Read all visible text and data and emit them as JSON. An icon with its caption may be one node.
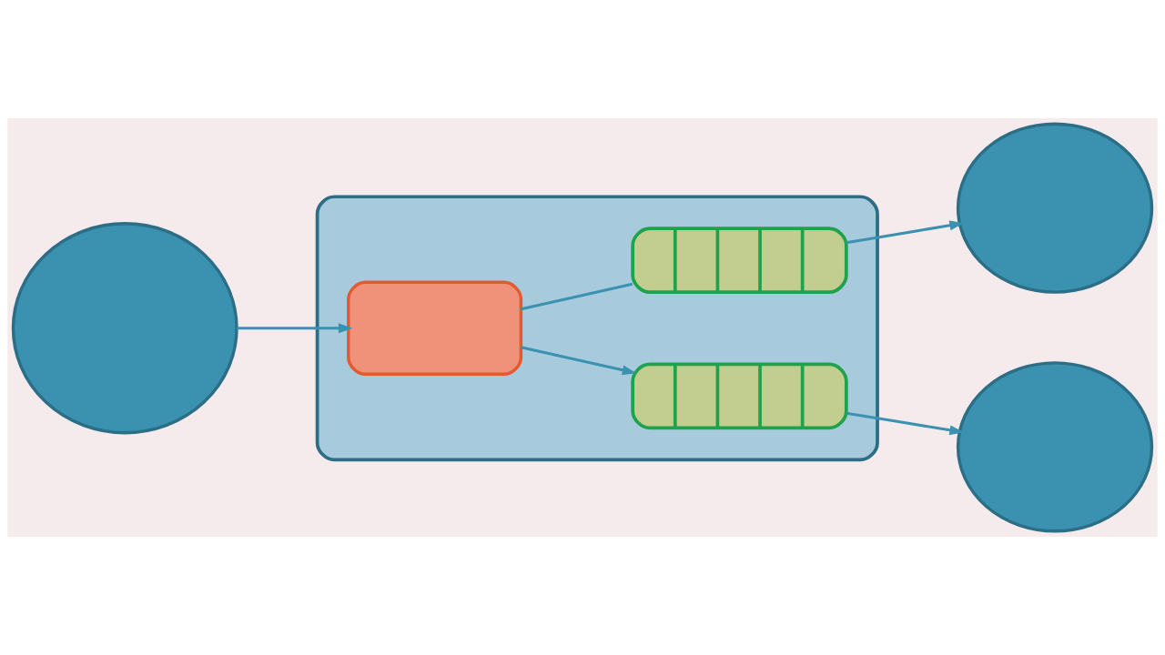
{
  "diagram": {
    "nodes": [
      {
        "text": [],
        "shape": "circle"
      },
      {
        "text": [],
        "shape": "box"
      },
      {
        "text": [],
        "shape": "box",
        "in": 1
      },
      {
        "text": [],
        "shape": "bar",
        "in": 1
      },
      {
        "text": [],
        "shape": "bar",
        "in": 1
      },
      {
        "text": [],
        "shape": "circle"
      },
      {
        "text": [],
        "shape": "circle"
      }
    ],
    "edges": [
      {
        "from": 0,
        "to": 2,
        "arrow": "to"
      },
      {
        "from": 2,
        "to": 3,
        "arrow": "none"
      },
      {
        "from": 2,
        "to": 4,
        "arrow": "to"
      },
      {
        "from": 3,
        "to": 5,
        "arrow": "to"
      },
      {
        "from": 4,
        "to": 6,
        "arrow": "to"
      }
    ]
  }
}
